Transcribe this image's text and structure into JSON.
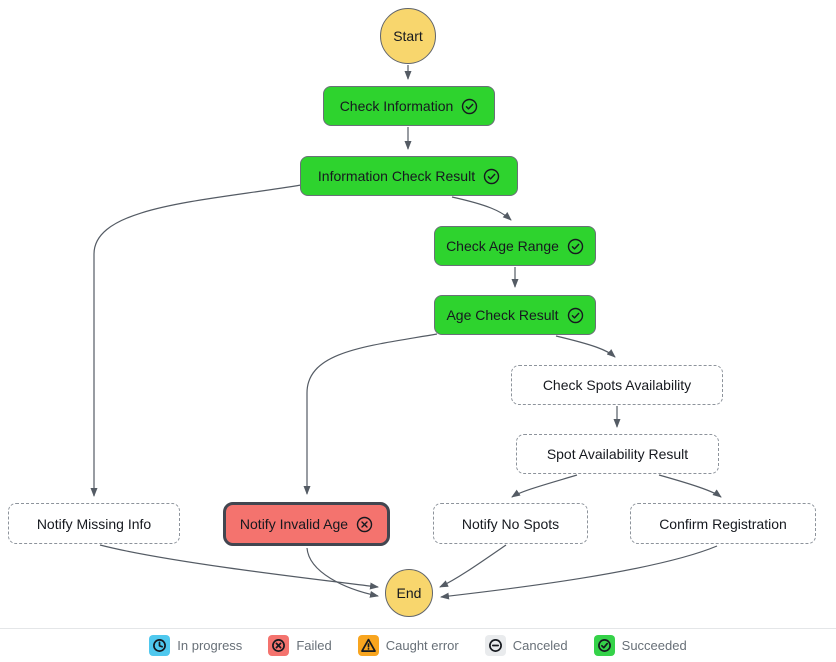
{
  "colors": {
    "succeeded_node": "#2ed32e",
    "failed_node_fill": "#f4736e",
    "failed_node_border": "#424650",
    "not_started_border": "#8d939b",
    "terminal_fill": "#f8d66d",
    "edge": "#545b64"
  },
  "nodes": {
    "start": {
      "label": "Start"
    },
    "check_information": {
      "label": "Check Information",
      "status": "succeeded"
    },
    "information_check_result": {
      "label": "Information Check Result",
      "status": "succeeded"
    },
    "check_age_range": {
      "label": "Check Age Range",
      "status": "succeeded"
    },
    "age_check_result": {
      "label": "Age Check Result",
      "status": "succeeded"
    },
    "check_spots_availability": {
      "label": "Check Spots Availability",
      "status": "not started"
    },
    "spot_availability_result": {
      "label": "Spot Availability Result",
      "status": "not started"
    },
    "notify_missing_info": {
      "label": "Notify Missing Info",
      "status": "not started"
    },
    "notify_invalid_age": {
      "label": "Notify Invalid Age",
      "status": "failed"
    },
    "notify_no_spots": {
      "label": "Notify No Spots",
      "status": "not started"
    },
    "confirm_registration": {
      "label": "Confirm Registration",
      "status": "not started"
    },
    "end": {
      "label": "End"
    }
  },
  "legend": {
    "items": [
      {
        "label": "In progress",
        "icon": "clock-icon",
        "color": "#4fc8ee"
      },
      {
        "label": "Failed",
        "icon": "x-circle-icon",
        "color": "#f4736e"
      },
      {
        "label": "Caught error",
        "icon": "warning-triangle-icon",
        "color": "#f8a51f"
      },
      {
        "label": "Canceled",
        "icon": "minus-circle-icon",
        "color": "#e9ebed"
      },
      {
        "label": "Succeeded",
        "icon": "check-circle-icon",
        "color": "#35d249"
      }
    ]
  }
}
